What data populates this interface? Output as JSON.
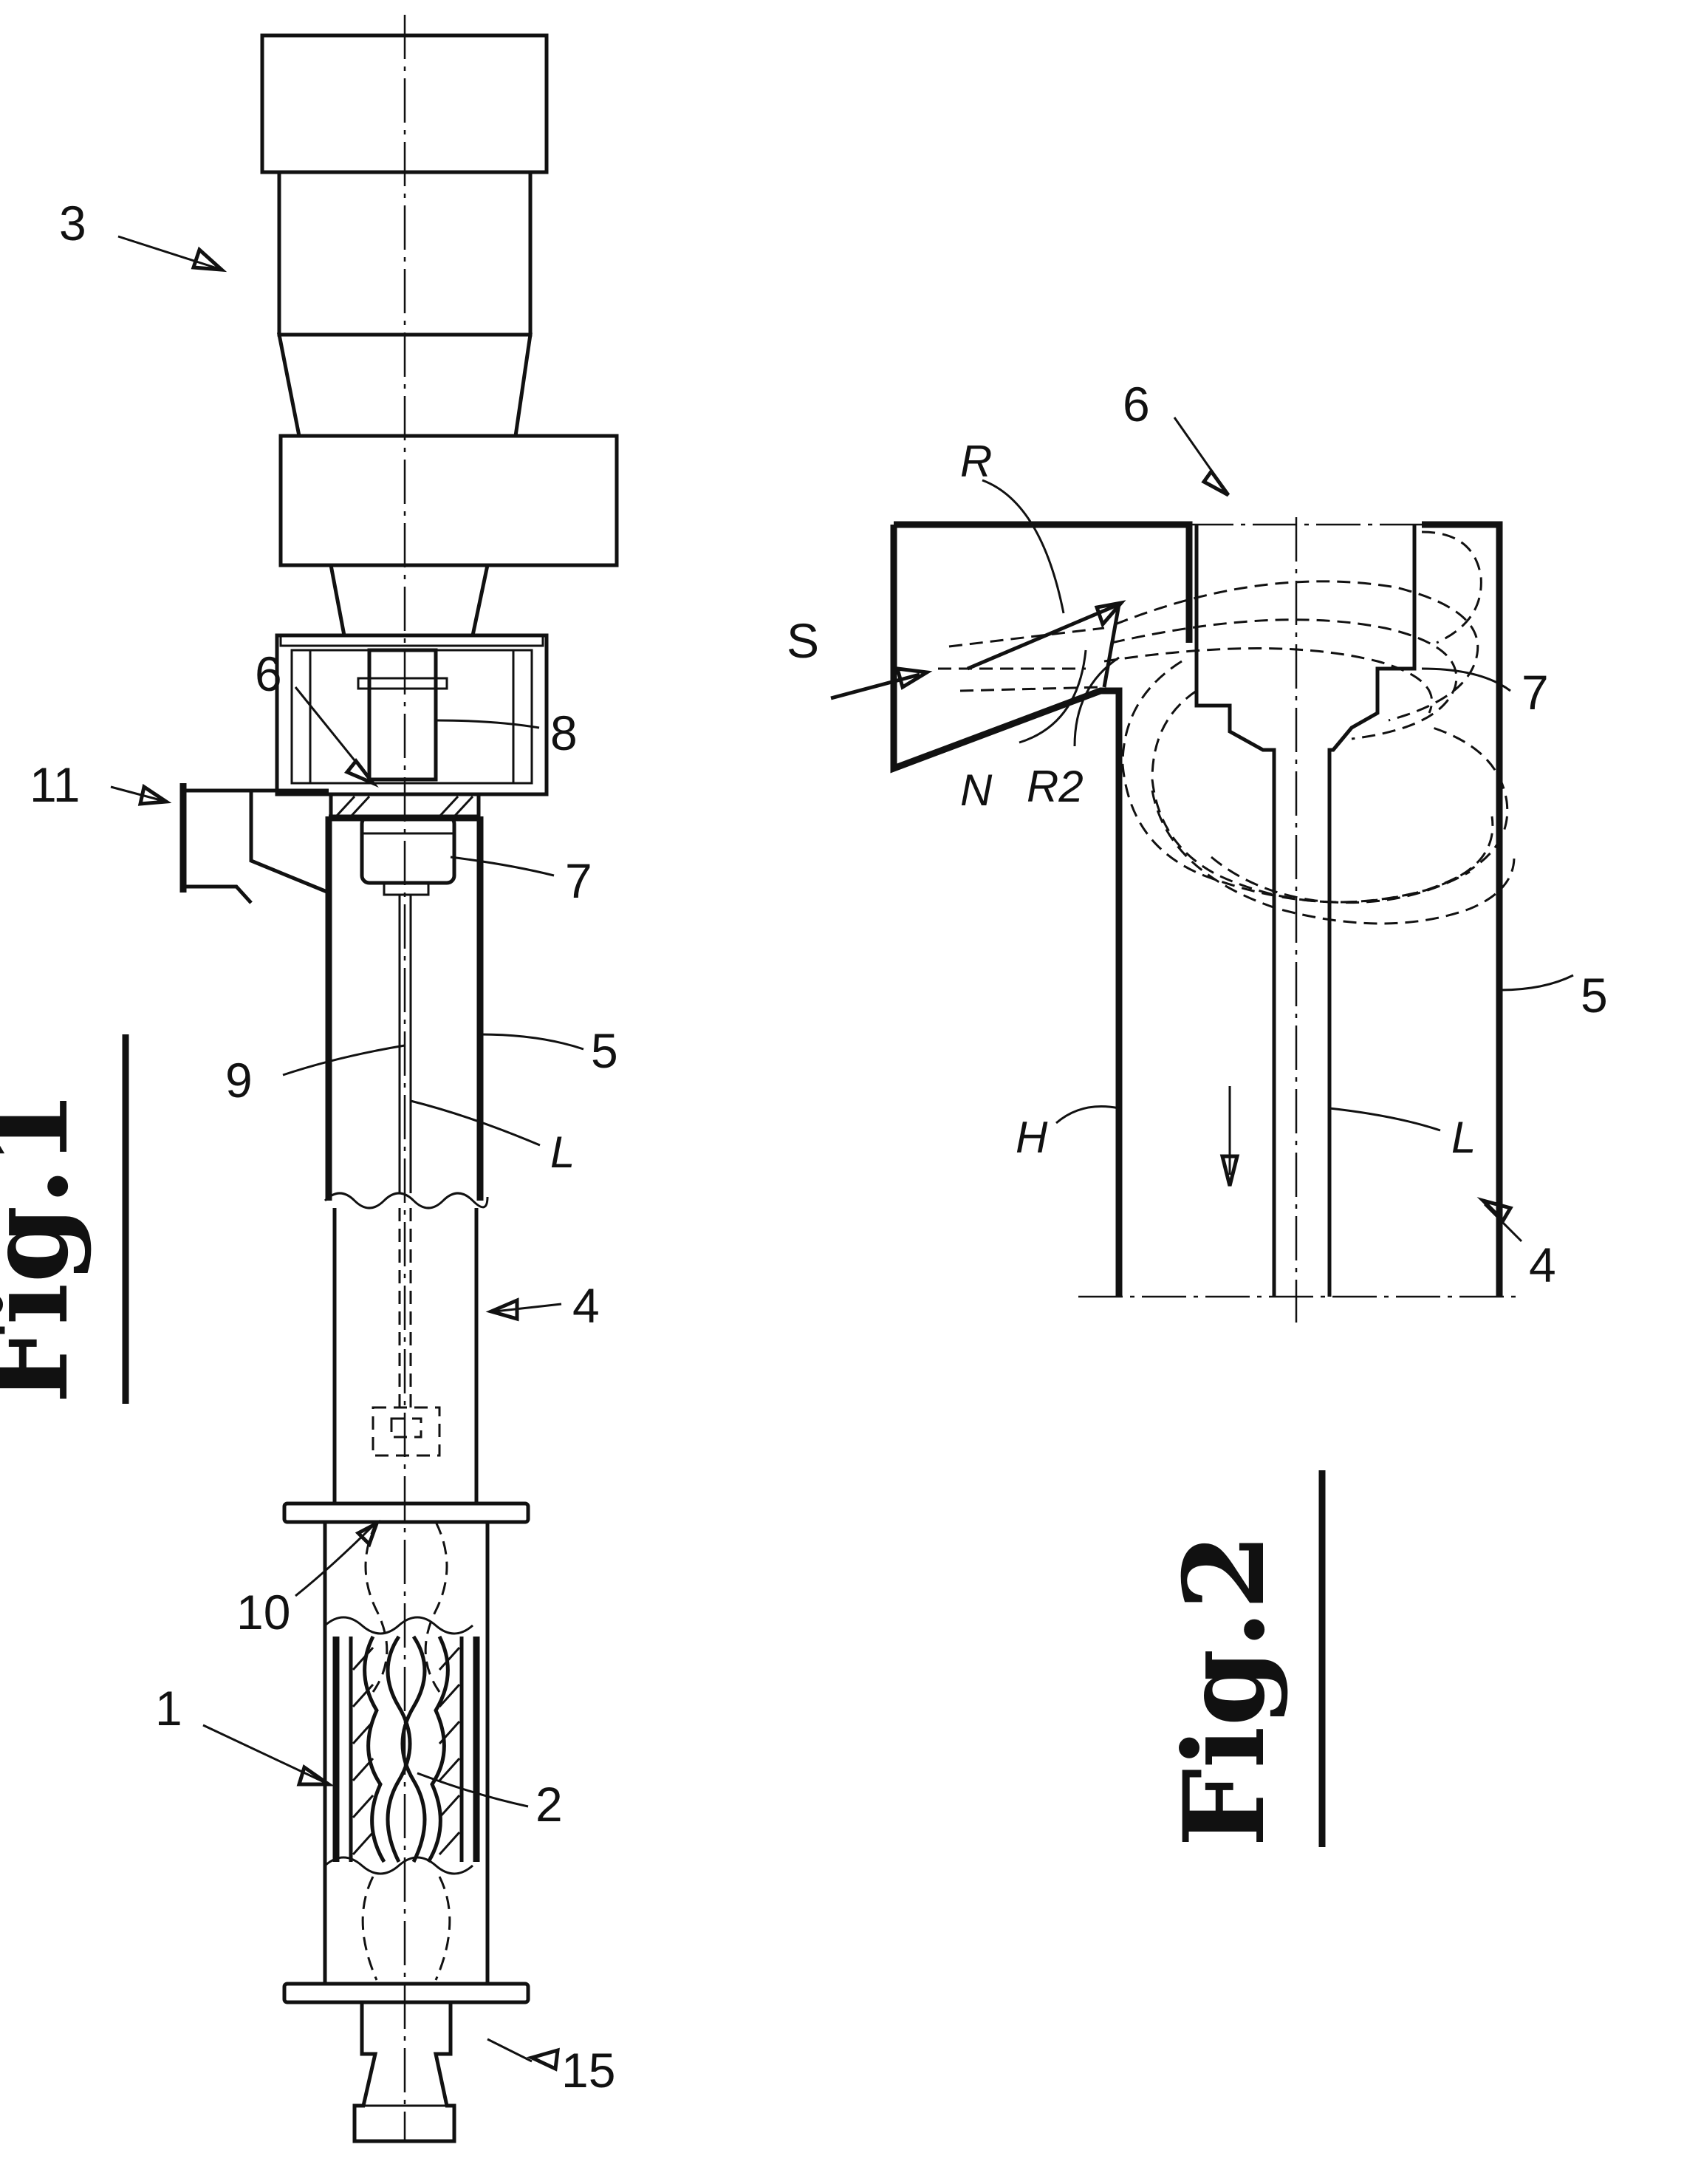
{
  "figure_1": {
    "title": "Fig.1",
    "labels": {
      "l1": "1",
      "l2": "2",
      "l3": "3",
      "l4": "4",
      "l5": "5",
      "l6": "6",
      "l7": "7",
      "l8": "8",
      "l9": "9",
      "l10": "10",
      "l11": "11",
      "l15": "15",
      "lL": "L"
    }
  },
  "figure_2": {
    "title": "Fig.2",
    "labels": {
      "l4": "4",
      "l5": "5",
      "l6": "6",
      "l7": "7",
      "lL": "L",
      "lH": "H",
      "lN": "N",
      "lR": "R",
      "lR2": "R2",
      "lS": "S"
    }
  }
}
